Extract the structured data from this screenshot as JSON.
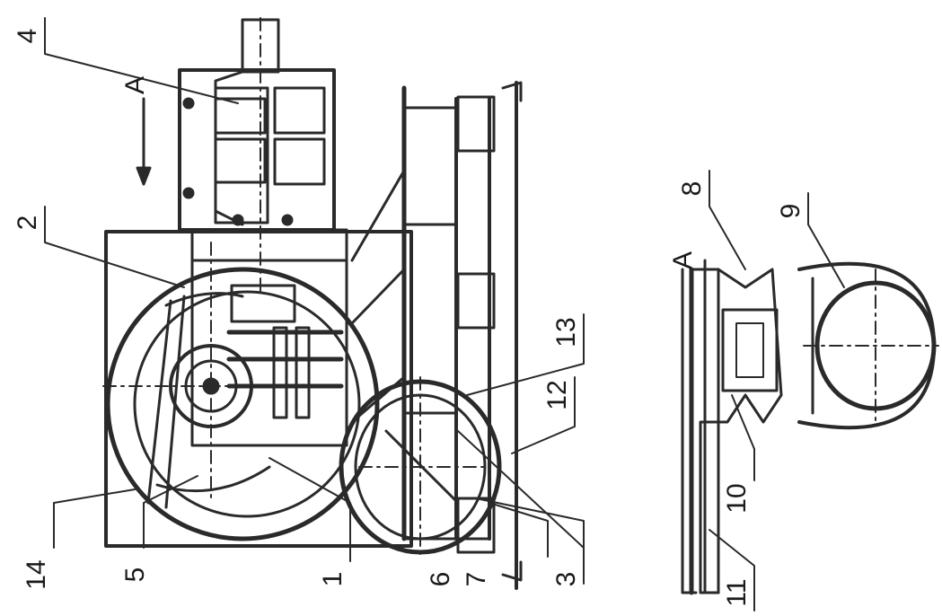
{
  "drawing": {
    "view_label_main": "A",
    "view_label_section": "A",
    "callouts": [
      "4",
      "2",
      "13",
      "12",
      "14",
      "5",
      "1",
      "6",
      "7",
      "3",
      "8",
      "9",
      "10",
      "11"
    ]
  },
  "colors": {
    "ink": "#2a2a2a",
    "paper": "#ffffff"
  }
}
